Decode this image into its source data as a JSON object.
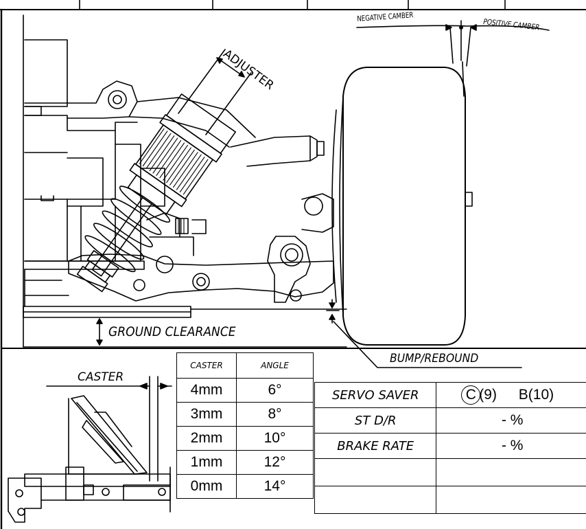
{
  "labels": {
    "negative_camber": "NEGATIVE CAMBER",
    "positive_camber": "POSITIVE CAMBER",
    "adjuster": "ADJUSTER",
    "ground_clearance": "GROUND CLEARANCE",
    "bump_rebound": "BUMP/REBOUND",
    "caster": "CASTER"
  },
  "caster_table": {
    "headers": [
      "CASTER",
      "ANGLE"
    ],
    "rows": [
      {
        "caster": "4mm",
        "angle": "6°"
      },
      {
        "caster": "3mm",
        "angle": "8°"
      },
      {
        "caster": "2mm",
        "angle": "10°"
      },
      {
        "caster": "1mm",
        "angle": "12°"
      },
      {
        "caster": "0mm",
        "angle": "14°"
      }
    ]
  },
  "settings_table": {
    "rows": [
      {
        "label": "SERVO SAVER",
        "value_a": "C(9)",
        "value_b": "B(10)"
      },
      {
        "label": "ST D/R",
        "value": "-  %"
      },
      {
        "label": "BRAKE RATE",
        "value": "-  %"
      },
      {
        "label": "",
        "value": ""
      },
      {
        "label": "",
        "value": ""
      }
    ]
  },
  "colors": {
    "ink": "#000000",
    "paper": "#ffffff"
  }
}
